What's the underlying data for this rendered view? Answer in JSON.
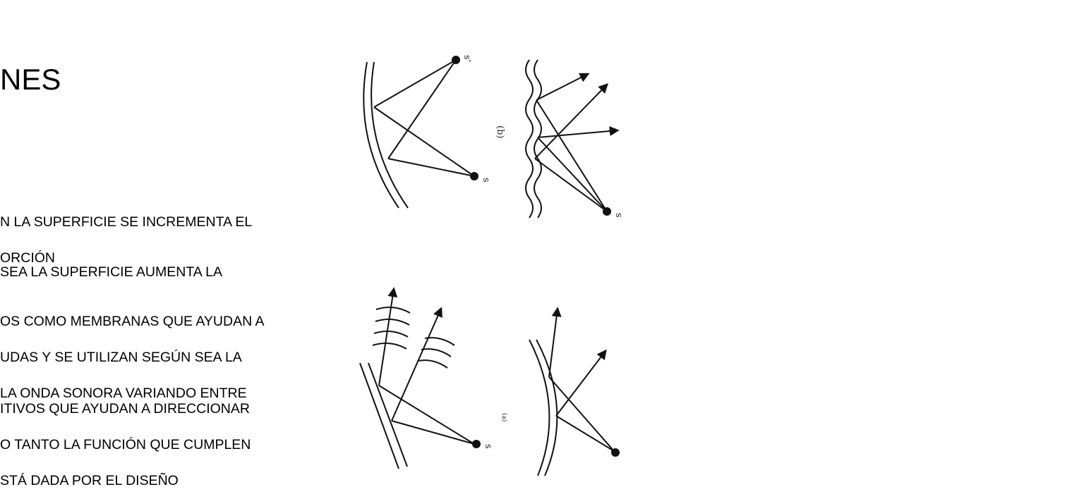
{
  "slide": {
    "title": "NES",
    "paragraphs": [
      {
        "lines": [
          "N LA SUPERFICIE SE INCREMENTA EL",
          "ORCIÓN"
        ]
      },
      {
        "lines": [
          "SEA LA SUPERFICIE AUMENTA LA"
        ]
      },
      {
        "lines": [
          "OS COMO MEMBRANAS QUE AYUDAN A",
          "UDAS Y SE UTILIZAN SEGÚN SEA LA",
          "LA ONDA SONORA VARIANDO ENTRE"
        ]
      },
      {
        "lines": [
          "ITIVOS QUE AYUDAN A DIRECCIONAR",
          "O TANTO LA FUNCIÓN QUE CUMPLEN",
          "STÁ DADA POR EL DISEÑO"
        ]
      }
    ]
  },
  "figure": {
    "panel_labels": {
      "top_left_source": "s",
      "top_left_image": "s'",
      "top_right_panel": "(b)",
      "top_right_source": "s",
      "bottom_left_source": "s",
      "bottom_right_panel": "(a)"
    },
    "stroke_color": "#111111"
  }
}
